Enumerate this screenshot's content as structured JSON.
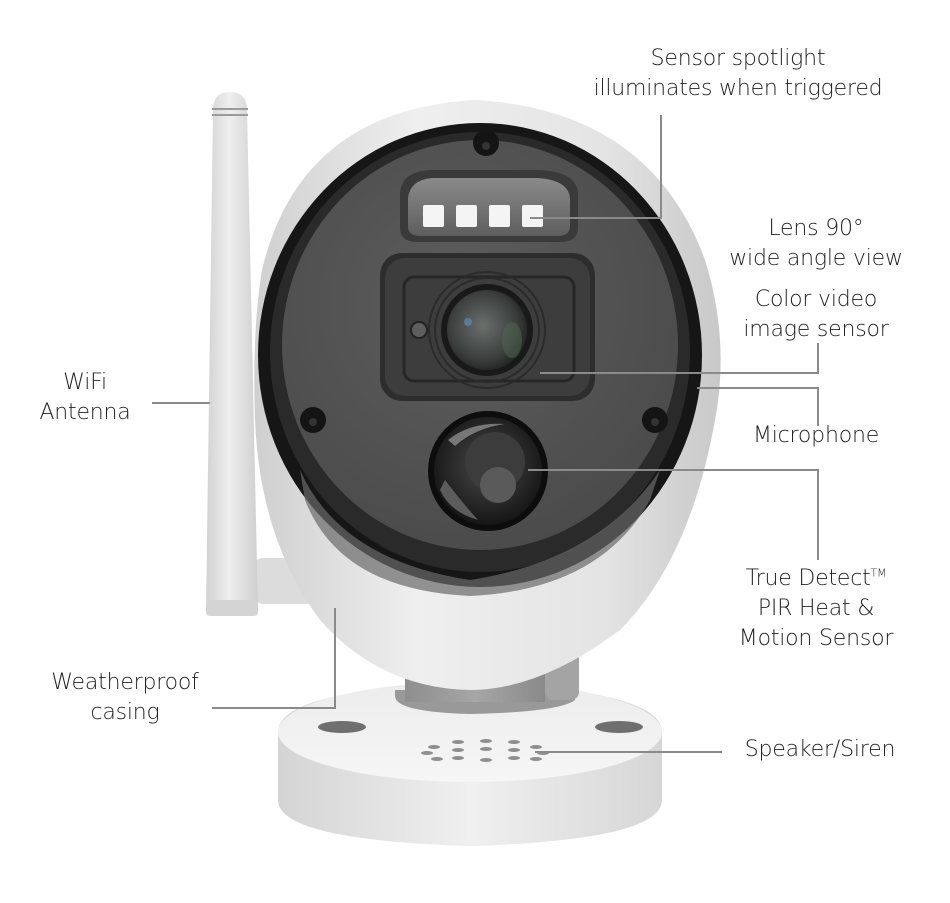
{
  "diagram": {
    "subject": "Wireless security camera",
    "colors": {
      "background": "#ffffff",
      "housing": "#e6e6e6",
      "face": "#555555",
      "rim": "#1a1a1a",
      "leader_line": "#8a8a8a",
      "text": "#222222"
    },
    "callouts": [
      {
        "id": "sensor-spotlight",
        "lines": [
          "Sensor spotlight",
          "illuminates when triggered"
        ]
      },
      {
        "id": "lens",
        "lines": [
          "Lens 90°",
          "wide angle view"
        ]
      },
      {
        "id": "image-sensor",
        "lines": [
          "Color video",
          "image sensor"
        ]
      },
      {
        "id": "microphone",
        "lines": [
          "Microphone"
        ]
      },
      {
        "id": "pir-sensor",
        "lines": [
          "True Detect",
          "PIR Heat &",
          "Motion Sensor"
        ],
        "trademark": "TM"
      },
      {
        "id": "speaker",
        "lines": [
          "Speaker/Siren"
        ]
      },
      {
        "id": "wifi-antenna",
        "lines": [
          "WiFi",
          "Antenna"
        ]
      },
      {
        "id": "weatherproof",
        "lines": [
          "Weatherproof",
          "casing"
        ]
      }
    ]
  }
}
